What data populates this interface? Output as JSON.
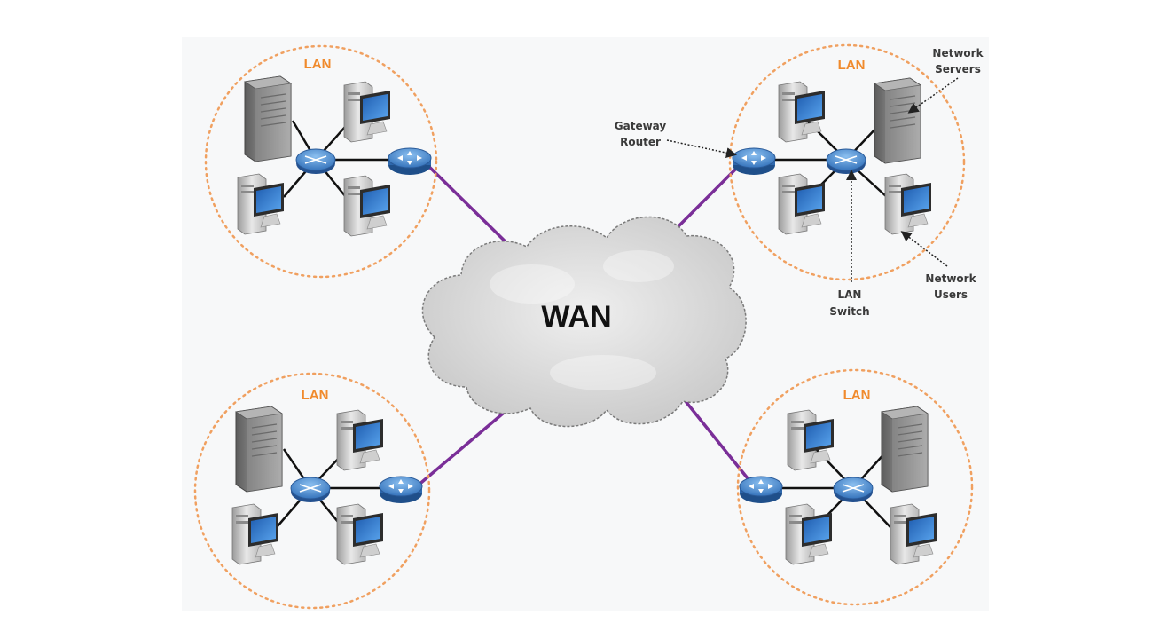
{
  "diagram": {
    "wan_label": "WAN",
    "lans": [
      {
        "label": "LAN"
      },
      {
        "label": "LAN"
      },
      {
        "label": "LAN"
      },
      {
        "label": "LAN"
      }
    ],
    "callouts": {
      "gateway_line1": "Gateway",
      "gateway_line2": "Router",
      "servers_line1": "Network",
      "servers_line2": "Servers",
      "switch_line1": "LAN",
      "switch_line2": "Switch",
      "users_line1": "Network",
      "users_line2": "Users"
    },
    "colors": {
      "lan_ring": "#f0a060",
      "lan_label": "#f08a2c",
      "wan_link": "#7a2e98",
      "device_blue": "#3b79c8",
      "cloud": "#d8d8d8"
    },
    "icons": [
      "server-icon",
      "workstation-icon",
      "switch-icon",
      "router-icon",
      "cloud-icon"
    ]
  }
}
